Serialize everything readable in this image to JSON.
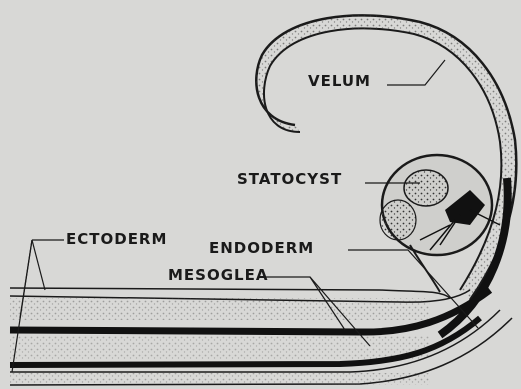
{
  "diagram": {
    "labels": {
      "velum": "VELUM",
      "statocyst": "STATOCYST",
      "ectoderm": "ECTODERM",
      "endoderm": "ENDODERM",
      "mesoglea": "MESOGLEA"
    },
    "colors": {
      "background": "#d8d8d6",
      "ink": "#1a1a1a",
      "tissue": "#cfcfcc"
    }
  }
}
